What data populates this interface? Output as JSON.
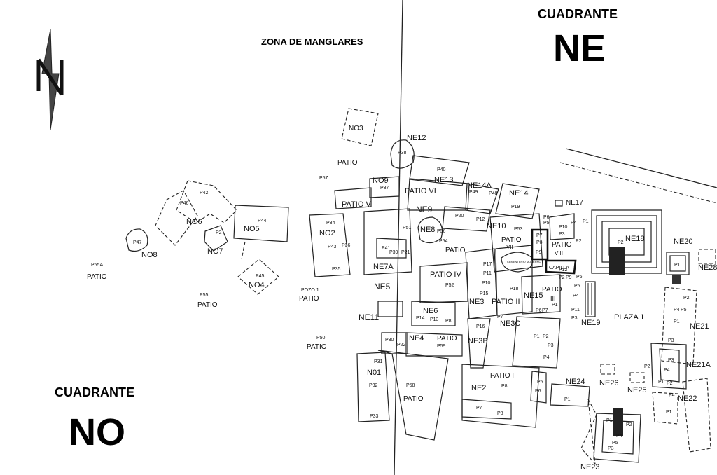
{
  "headings": {
    "ne_cuadrante": "CUADRANTE",
    "ne_code": "NE",
    "no_cuadrante": "CUADRANTE",
    "no_code": "NO",
    "mangroves": "ZONA DE MANGLARES",
    "north_symbol": "N"
  },
  "labels": {
    "NO3": "NO3",
    "NE12": "NE12",
    "P38": "P38",
    "PATIO_a": "PATIO",
    "P40": "P40",
    "NE13": "NE13",
    "NO9": "NO9",
    "P37": "P37",
    "PATIO_VI": "PATIO VI",
    "NE14A": "NE14A",
    "P49": "P49",
    "P48": "P48",
    "NE14": "NE14",
    "P19": "P19",
    "NE17": "NE17",
    "P57": "P57",
    "PATIO_V": "PATIO V",
    "P42": "P42",
    "P46": "P46",
    "NO6": "NO6",
    "P44": "P44",
    "NO5": "NO5",
    "P2_no7": "P2",
    "NO7": "NO7",
    "P47": "P47",
    "NO8": "NO8",
    "P55A": "P55A",
    "PATIO_b": "PATIO",
    "P45": "P45",
    "NO4": "NO4",
    "P55": "P55",
    "PATIO_c": "PATIO",
    "POZO1": "POZO 1",
    "PATIO_d": "PATIO",
    "P34": "P34",
    "NO2": "NO2",
    "P43": "P43",
    "P36": "P36",
    "P35": "P35",
    "NE9": "NE9",
    "NE8": "NE8",
    "P56": "P56",
    "P20": "P20",
    "P12_ne10": "P12",
    "NE10": "NE10",
    "P51": "P51",
    "P41": "P41",
    "P39": "P39",
    "P21": "P21",
    "P54": "P54",
    "PATIO_e": "PATIO",
    "P53": "P53",
    "PATIO_VII_a": "PATIO",
    "PATIO_VII_b": "VII",
    "NE7A": "NE7A",
    "NE5": "NE5",
    "PATIO_IV": "PATIO IV",
    "P52": "P52",
    "P17": "P17",
    "P11_c": "P11",
    "P10_c": "P10",
    "P15": "P15",
    "NE3": "NE3",
    "CEMENTERIO": "CEMENTERIO MODERNO",
    "P18": "P18",
    "PATIO_II": "PATIO II",
    "CAPILLA": "CAPILLA",
    "PATIO_VIII_a": "PATIO",
    "PATIO_VIII_b": "VIII",
    "P5": "P5",
    "P6": "P6",
    "P7": "P7",
    "P8": "P8",
    "P9": "P9",
    "P10": "P10",
    "P4": "P4",
    "P3": "P3",
    "P2": "P2",
    "P1": "P1",
    "P12": "P12",
    "P6b": "P6",
    "P2b": "P2",
    "P9b": "P9",
    "P5b": "P5",
    "P4b": "P4",
    "P11": "P11",
    "P3b": "P3",
    "P1b": "P1",
    "PATIO_III_a": "PATIO",
    "PATIO_III_b": "III",
    "NE15": "NE15",
    "P6c": "P6",
    "P7c": "P7",
    "NE19": "NE19",
    "PLAZA1": "PLAZA 1",
    "NE18": "NE18",
    "P2_ne18": "P2",
    "NE20": "NE20",
    "P1_ne20": "P1",
    "NE28": "NE28",
    "NE11": "NE11",
    "NE6": "NE6",
    "P14": "P14",
    "P13": "P13",
    "P16": "P16",
    "P7b": "P7",
    "NE3C": "NE3C",
    "P30": "P30",
    "P22": "P22",
    "NE4": "NE4",
    "PATIO_f": "PATIO",
    "P59": "P59",
    "NE3B": "NE3B",
    "P1c": "P1",
    "P2c": "P2",
    "P3c": "P3",
    "P4c": "P4",
    "P50": "P50",
    "PATIO_g": "PATIO",
    "P31": "P31",
    "NO1": "N01",
    "P32": "P32",
    "P33": "P33",
    "P58": "P58",
    "PATIO_h": "PATIO",
    "PATIO_I": "PATIO I",
    "NE2": "NE2",
    "P8b": "P8",
    "P7d": "P7",
    "P8c": "P8",
    "P5c": "P5",
    "P6d": "P6",
    "NE24": "NE24",
    "P1d": "P1",
    "NE26": "NE26",
    "NE25": "NE25",
    "NE21": "NE21",
    "P2d": "P2",
    "P4d": "P4",
    "P5d": "P5",
    "P1e": "P1",
    "P3d": "P3",
    "NE21A": "NE21A",
    "P2e": "P2",
    "P3e": "P3",
    "P4e": "P4",
    "P1f": "P1",
    "P2f": "P2",
    "P4f": "P4",
    "NE22": "NE22",
    "P1g": "P1",
    "NE23": "NE23",
    "P1h": "P1",
    "P2g": "P2",
    "P4g": "P4",
    "P5e": "P5",
    "P3f": "P3"
  }
}
